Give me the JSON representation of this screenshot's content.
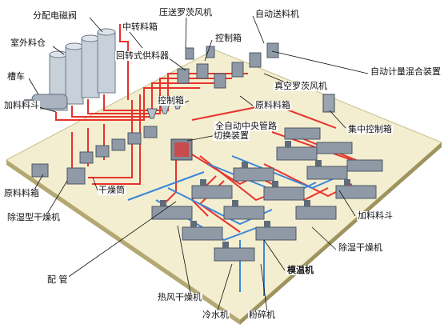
{
  "labels": {
    "distribution_valve": "分配电磁阀",
    "pressure_blower": "压送罗茨风机",
    "auto_loader": "自动送料机",
    "outdoor_silo": "室外料仓",
    "transfer_box": "中转料箱",
    "control_box_top": "控制箱",
    "rotary_feeder": "回转式供料器",
    "tanker": "槽车",
    "auto_metering_mixer": "自动计量混合装置",
    "feed_hopper_left": "加料料斗",
    "vacuum_blower": "真空罗茨风机",
    "control_box_mid": "控制箱",
    "raw_material_box_mid": "原料料箱",
    "central_pipe_switch_line1": "全自动中央管路",
    "central_pipe_switch_line2": "切换装置",
    "central_control_box": "集中控制箱",
    "raw_material_box_left": "原料料箱",
    "dryer_tube": "干燥筒",
    "dehumidify_dryer_left": "除湿型干燥机",
    "feed_hopper_right": "加料料斗",
    "dehumidify_dryer_right": "除湿干燥机",
    "piping": "配  管",
    "mold_temp_controller": "模温机",
    "hot_air_dryer": "热风干燥机",
    "chiller": "冷水机",
    "crusher": "粉碎机"
  },
  "colors": {
    "floor": "#f3eed0",
    "floor_edge": "#c9bf8c",
    "floor_side": "#b3a772",
    "pipe_red": "#e8322c",
    "pipe_blue": "#3a86d8",
    "machine_body": "#8f9aa6",
    "machine_dark": "#5f6b78",
    "silo": "#c8d0da",
    "leader": "#111111"
  }
}
